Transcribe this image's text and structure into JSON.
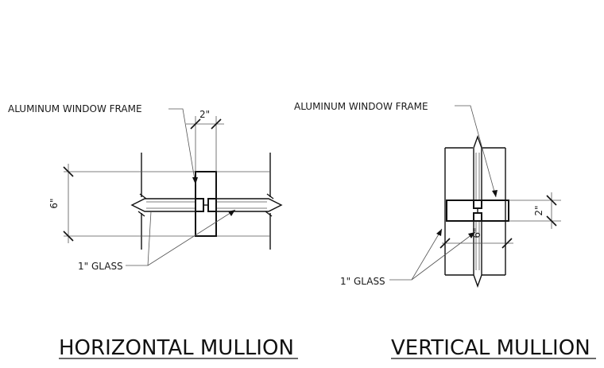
{
  "horizontal": {
    "title": "HORIZONTAL MULLION",
    "frame_label": "ALUMINUM WINDOW FRAME",
    "glass_label": "1\" GLASS",
    "dim_width": "2\"",
    "dim_height": "6\""
  },
  "vertical": {
    "title": "VERTICAL MULLION",
    "frame_label": "ALUMINUM WINDOW FRAME",
    "glass_label": "1\" GLASS",
    "dim_height": "2\"",
    "dim_width": "6\""
  }
}
